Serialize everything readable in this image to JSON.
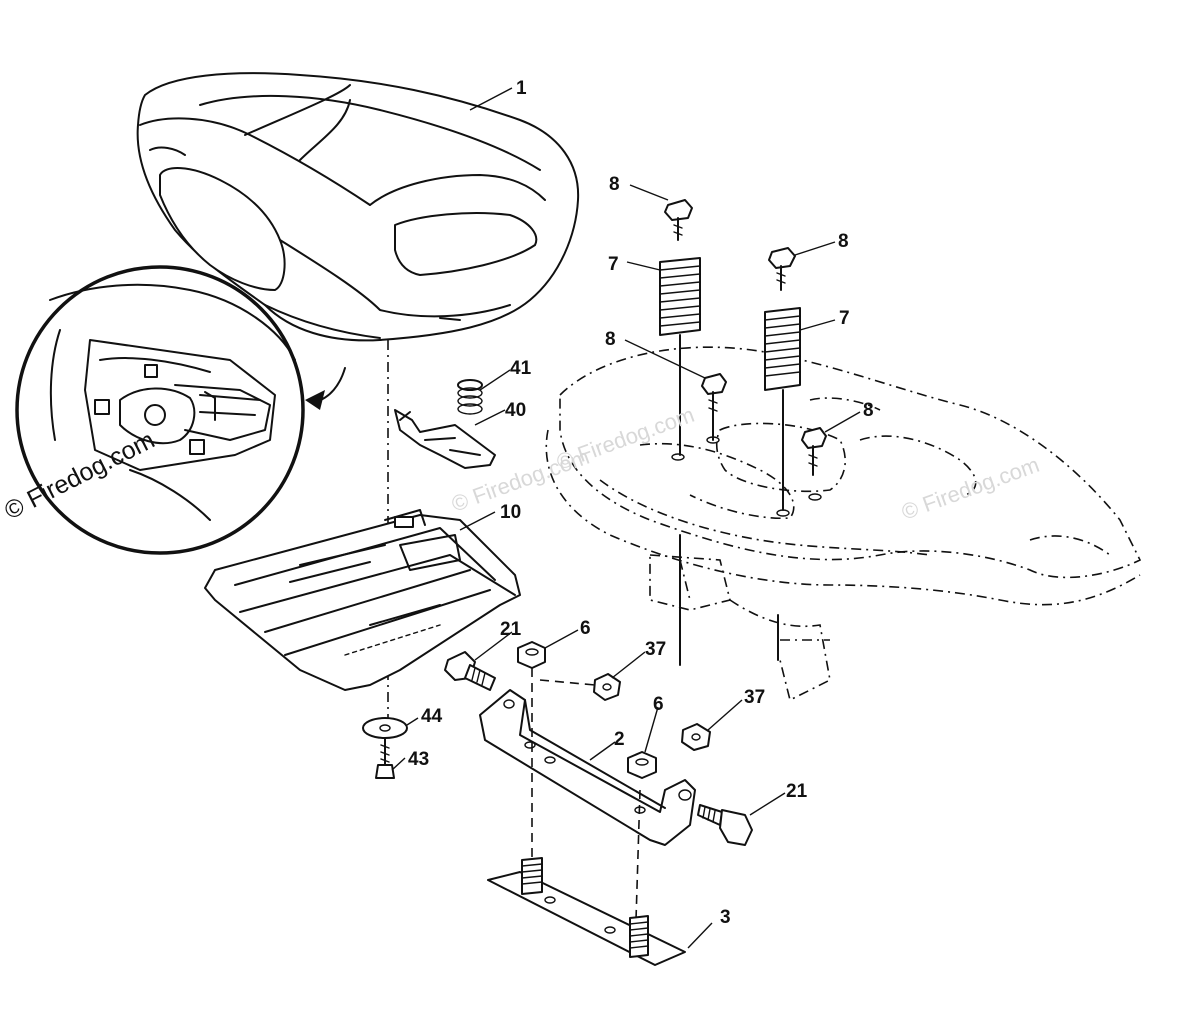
{
  "watermarks": {
    "inset": "© Firedog.com",
    "center": "© Firedog.com",
    "right": "© Firedog.com",
    "mid": "© Firedog.com"
  },
  "callouts": {
    "c1": "1",
    "c8a": "8",
    "c8b": "8",
    "c8c": "8",
    "c8d": "8",
    "c7a": "7",
    "c7b": "7",
    "c41": "41",
    "c40": "40",
    "c10": "10",
    "c21a": "21",
    "c6a": "6",
    "c37a": "37",
    "c6b": "6",
    "c2": "2",
    "c37b": "37",
    "c21b": "21",
    "c44": "44",
    "c43": "43",
    "c3": "3"
  }
}
